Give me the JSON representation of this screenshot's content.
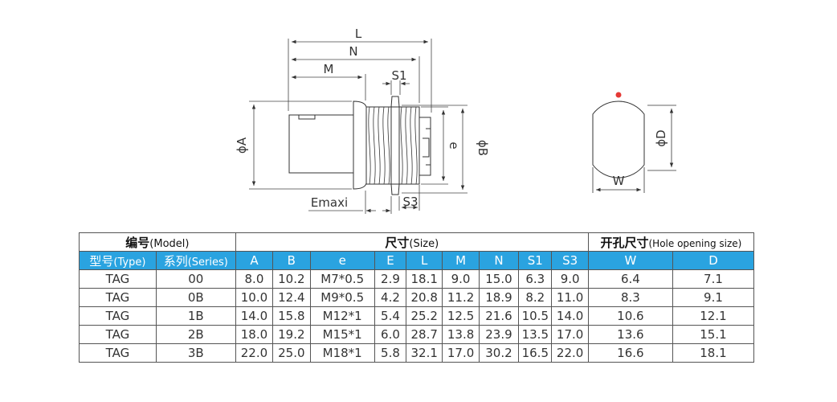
{
  "drawing": {
    "labels": {
      "L": "L",
      "N": "N",
      "M": "M",
      "S1": "S1",
      "A": "ϕA",
      "B": "ϕB",
      "e": "e",
      "Emaxi": "Emaxi",
      "S3": "S3",
      "D": "ϕD",
      "W": "W"
    },
    "marker_color": "#e53935"
  },
  "table": {
    "group_headers": {
      "model_cn": "编号",
      "model_en": "(Model)",
      "size_cn": "尺寸",
      "size_en": "(Size)",
      "hole_cn": "开孔尺寸",
      "hole_en": "(Hole opening size)"
    },
    "columns": [
      {
        "cn": "型号",
        "en": "(Type)"
      },
      {
        "cn": "系列",
        "en": "(Series)"
      },
      {
        "cn": "",
        "en": "A"
      },
      {
        "cn": "",
        "en": "B"
      },
      {
        "cn": "",
        "en": "e"
      },
      {
        "cn": "",
        "en": "E"
      },
      {
        "cn": "",
        "en": "L"
      },
      {
        "cn": "",
        "en": "M"
      },
      {
        "cn": "",
        "en": "N"
      },
      {
        "cn": "",
        "en": "S1"
      },
      {
        "cn": "",
        "en": "S3"
      },
      {
        "cn": "",
        "en": "W"
      },
      {
        "cn": "",
        "en": "D"
      }
    ],
    "rows": [
      [
        "TAG",
        "00",
        "8.0",
        "10.2",
        "M7*0.5",
        "2.9",
        "18.1",
        "9.0",
        "15.0",
        "6.3",
        "9.0",
        "6.4",
        "7.1"
      ],
      [
        "TAG",
        "0B",
        "10.0",
        "12.4",
        "M9*0.5",
        "4.2",
        "20.8",
        "11.2",
        "18.9",
        "8.2",
        "11.0",
        "8.3",
        "9.1"
      ],
      [
        "TAG",
        "1B",
        "14.0",
        "15.8",
        "M12*1",
        "5.4",
        "25.2",
        "12.5",
        "21.6",
        "10.5",
        "14.0",
        "10.6",
        "12.1"
      ],
      [
        "TAG",
        "2B",
        "18.0",
        "19.2",
        "M15*1",
        "6.0",
        "28.7",
        "13.8",
        "23.9",
        "13.5",
        "17.0",
        "13.6",
        "15.1"
      ],
      [
        "TAG",
        "3B",
        "22.0",
        "25.0",
        "M18*1",
        "5.8",
        "32.1",
        "17.0",
        "30.2",
        "16.5",
        "22.0",
        "16.6",
        "18.1"
      ]
    ],
    "header_color": "#2aa3e0"
  }
}
